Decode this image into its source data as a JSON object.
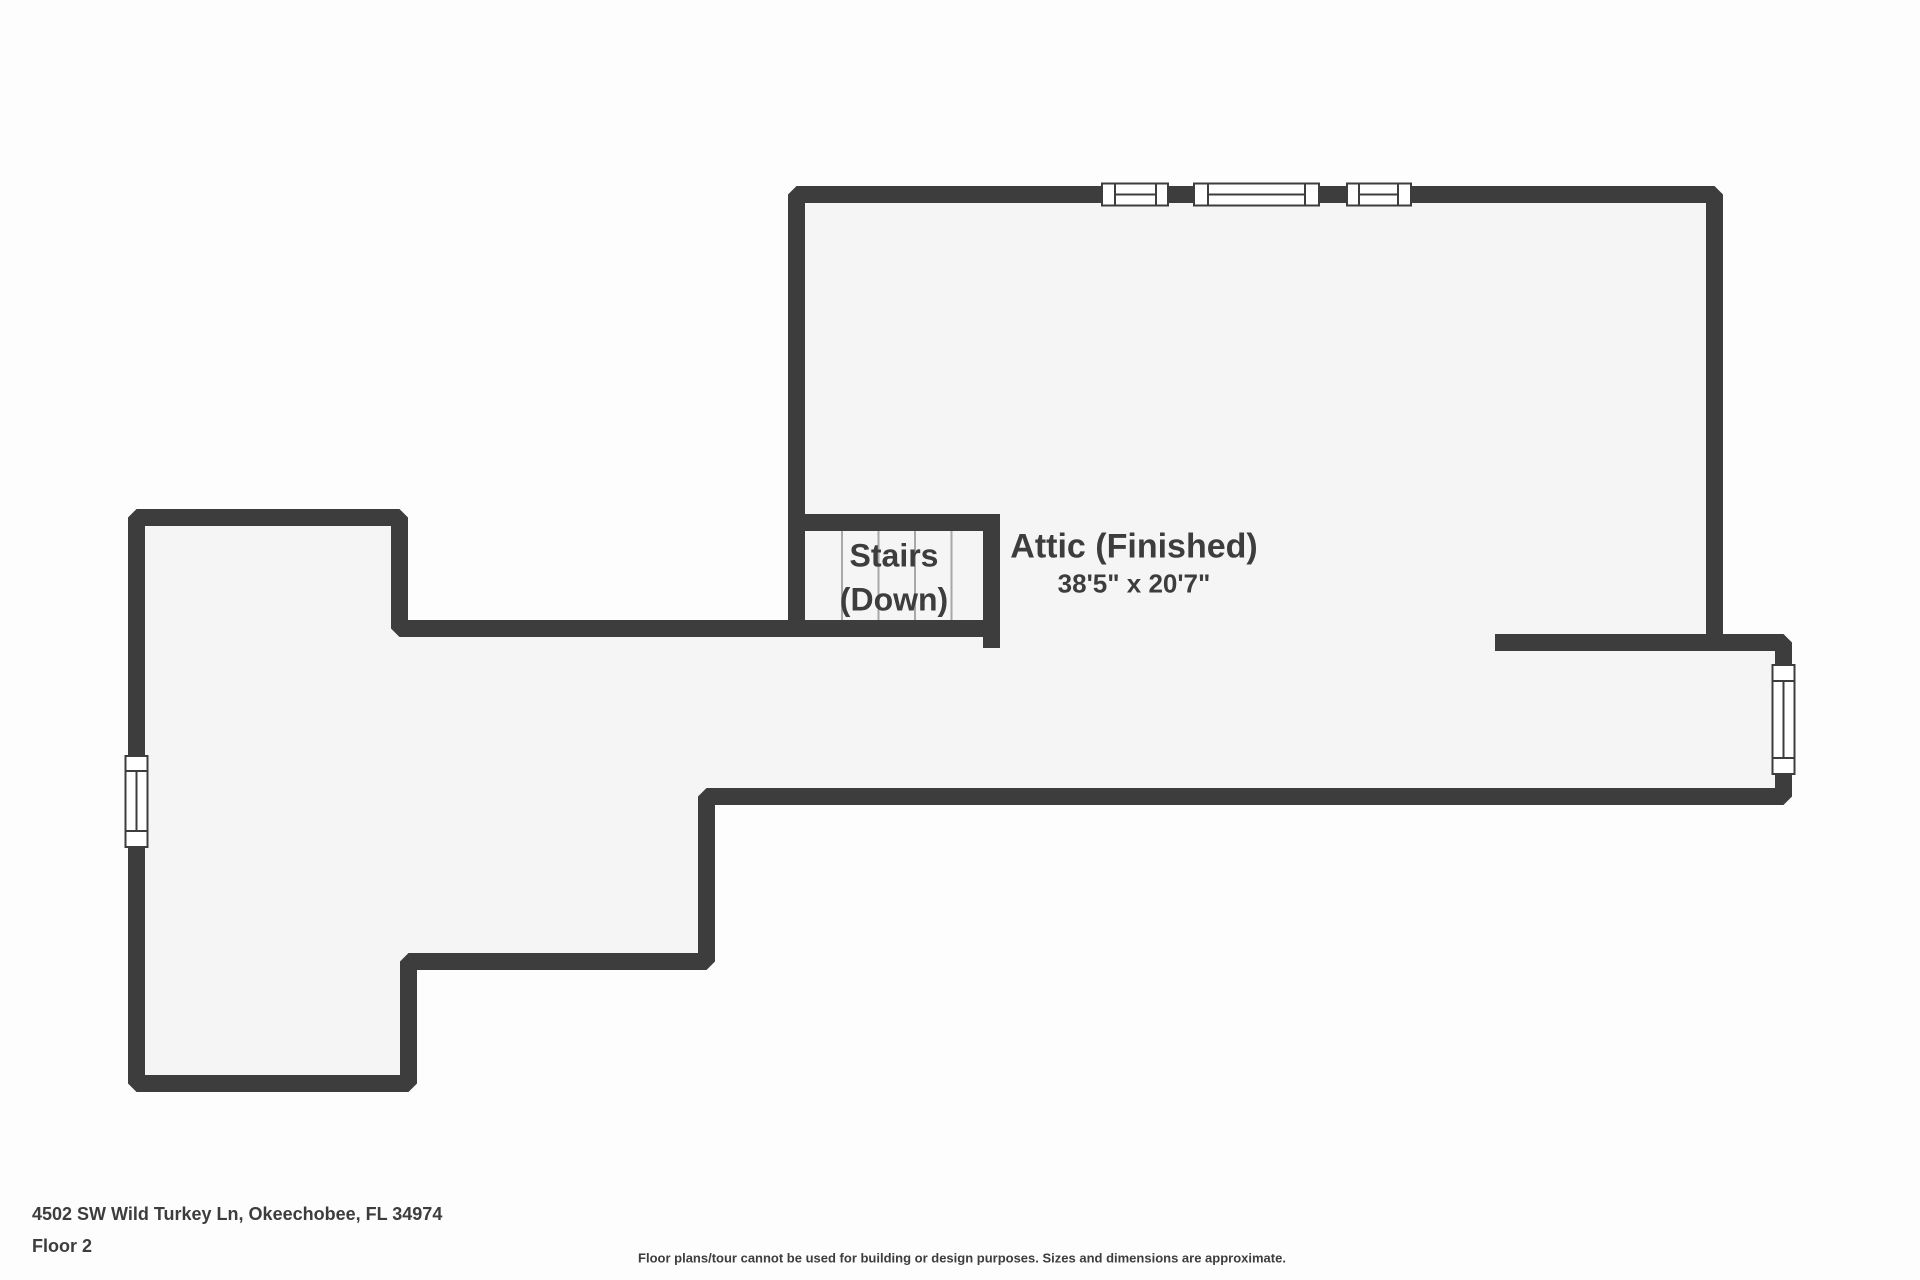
{
  "floorplan": {
    "attic": {
      "label": "Attic (Finished)",
      "dims": "38'5\" x 20'7\""
    },
    "stairs": {
      "line1": "Stairs",
      "line2": "(Down)"
    }
  },
  "footer": {
    "address": "4502 SW Wild Turkey Ln, Okeechobee, FL 34974",
    "floor": "Floor 2",
    "disclaimer": "Floor plans/tour cannot be used for building or design purposes. Sizes and dimensions are approximate."
  },
  "colors": {
    "wall": "#3d3d3d",
    "interior": "#f5f5f5",
    "background": "#fdfdfd",
    "text": "#3d3d3d",
    "tread": "#a8a8a8",
    "window_fill": "#ffffff"
  }
}
